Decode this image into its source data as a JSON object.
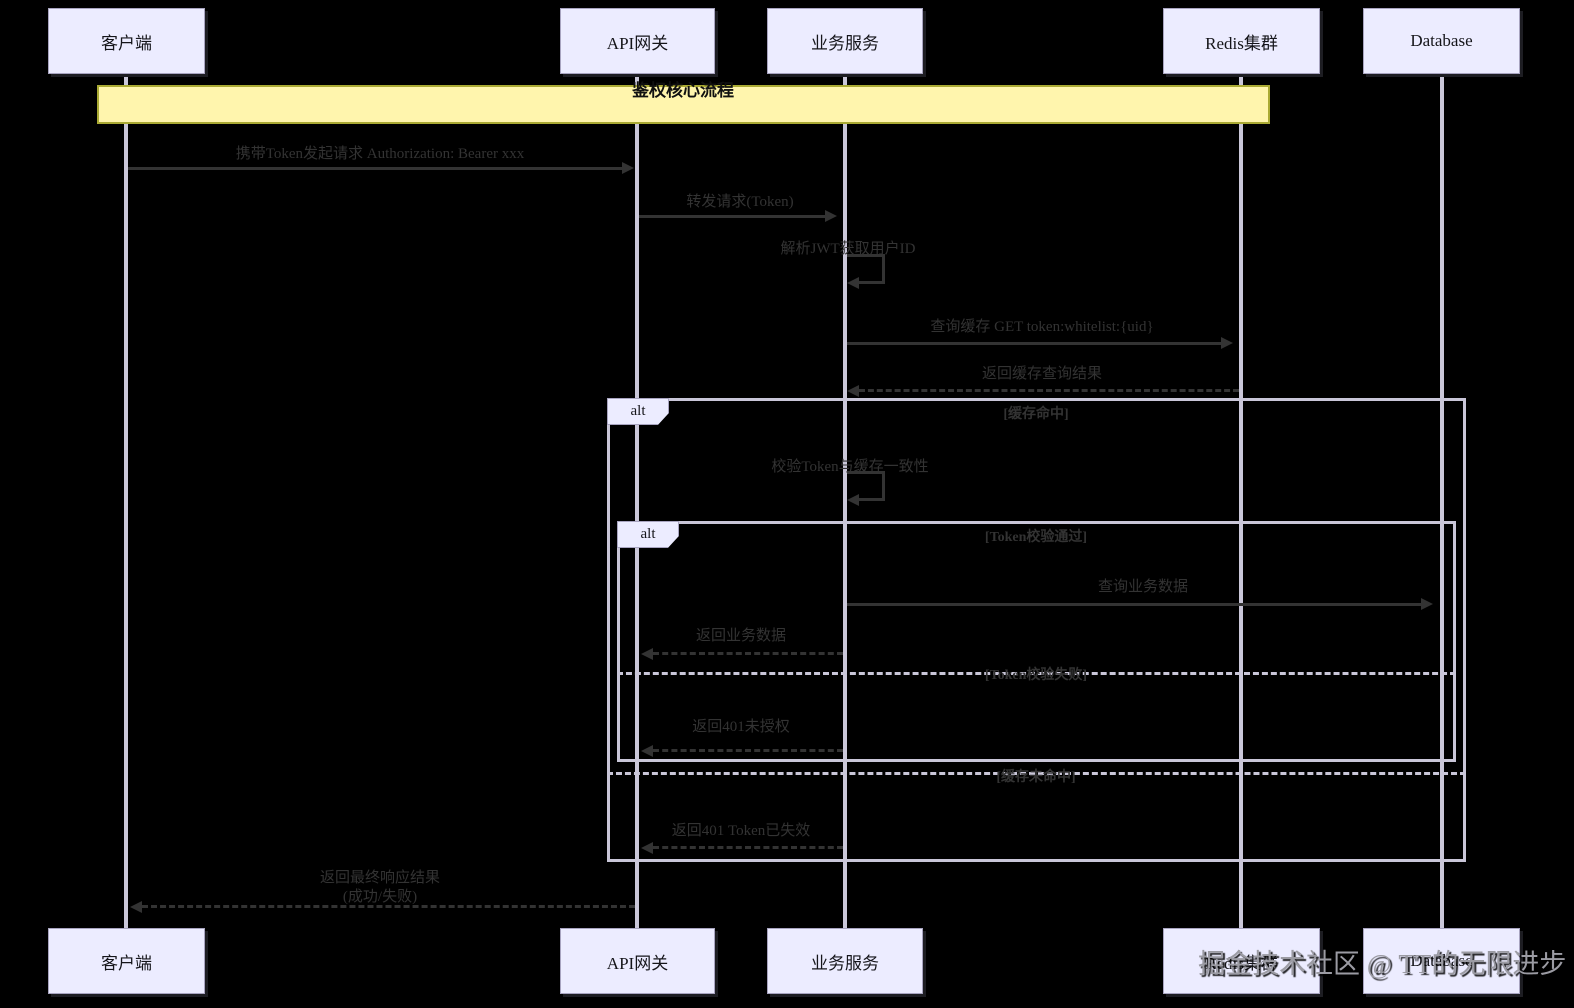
{
  "title": "鉴权核心流程",
  "watermark": "掘金技术社区 @ TT的无限进步",
  "participants": {
    "client": "客户端",
    "gateway": "API网关",
    "service": "业务服务",
    "redis": "Redis集群",
    "database": "Database"
  },
  "fragments": {
    "outer": {
      "label": "alt",
      "guard_top": "[缓存命中]",
      "guard_else": "[缓存未命中]"
    },
    "inner": {
      "label": "alt",
      "guard_top": "[Token校验通过]",
      "guard_else": "[Token校验失败]"
    }
  },
  "messages": {
    "m1": "携带Token发起请求 Authorization: Bearer xxx",
    "m2": "转发请求(Token)",
    "m3": "解析JWT获取用户ID",
    "m4": "查询缓存 GET token:whitelist:{uid}",
    "m5": "返回缓存查询结果",
    "m6": "校验Token与缓存一致性",
    "m7": "查询业务数据",
    "m8": "返回业务数据",
    "m9": "返回401未授权",
    "m10": "返回401 Token已失效",
    "m11_line1": "返回最终响应结果",
    "m11_line2": "(成功/失败)"
  },
  "colors": {
    "background": "#000000",
    "actor_fill": "#ECECFF",
    "note_fill": "#FFF5AD",
    "note_border": "#AAAA33",
    "lifeline": "#CAC7D9",
    "fragment_border": "#C9C6D8",
    "message_text": "#333333"
  }
}
